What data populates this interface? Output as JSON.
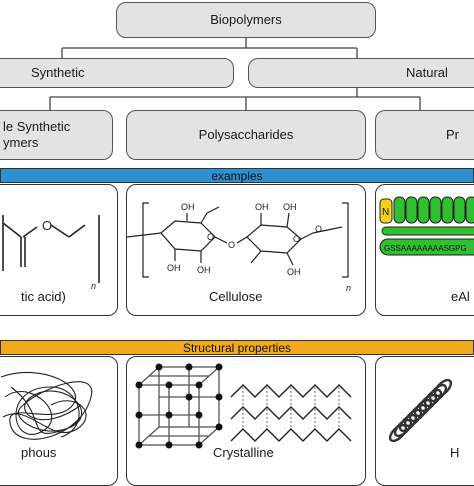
{
  "root": {
    "label": "Biopolymers"
  },
  "level2": {
    "synthetic": "Synthetic",
    "natural": "Natural"
  },
  "level3": {
    "left": "le Synthetic\nymers",
    "middle": "Polysaccharides",
    "right": "Pr"
  },
  "bars": {
    "examples": {
      "label": "examples",
      "color": "#2e8fd1"
    },
    "structural": {
      "label": "Structural properties",
      "color": "#f3a91d"
    }
  },
  "examples": {
    "pla_caption": "tic acid)",
    "pla_subscript": "n",
    "cellulose_caption": "Cellulose",
    "cellulose_subscript": "n",
    "cellulose_oh_labels": [
      "OH",
      "OH",
      "OH",
      "OH",
      "OH",
      "OH"
    ],
    "cellulose_o_labels": [
      "O",
      "O",
      "O",
      "O"
    ],
    "pla_o_label": "O",
    "protein_caption": "eAl",
    "protein_n_label": "N",
    "protein_sequence": "GSSAAAAAAAASGPG",
    "protein_colors": {
      "helix": "#2fbf2f",
      "terminal": "#f2d21b"
    }
  },
  "structures": {
    "amorphous": "phous",
    "crystalline": "Crystalline",
    "helical": "H"
  }
}
